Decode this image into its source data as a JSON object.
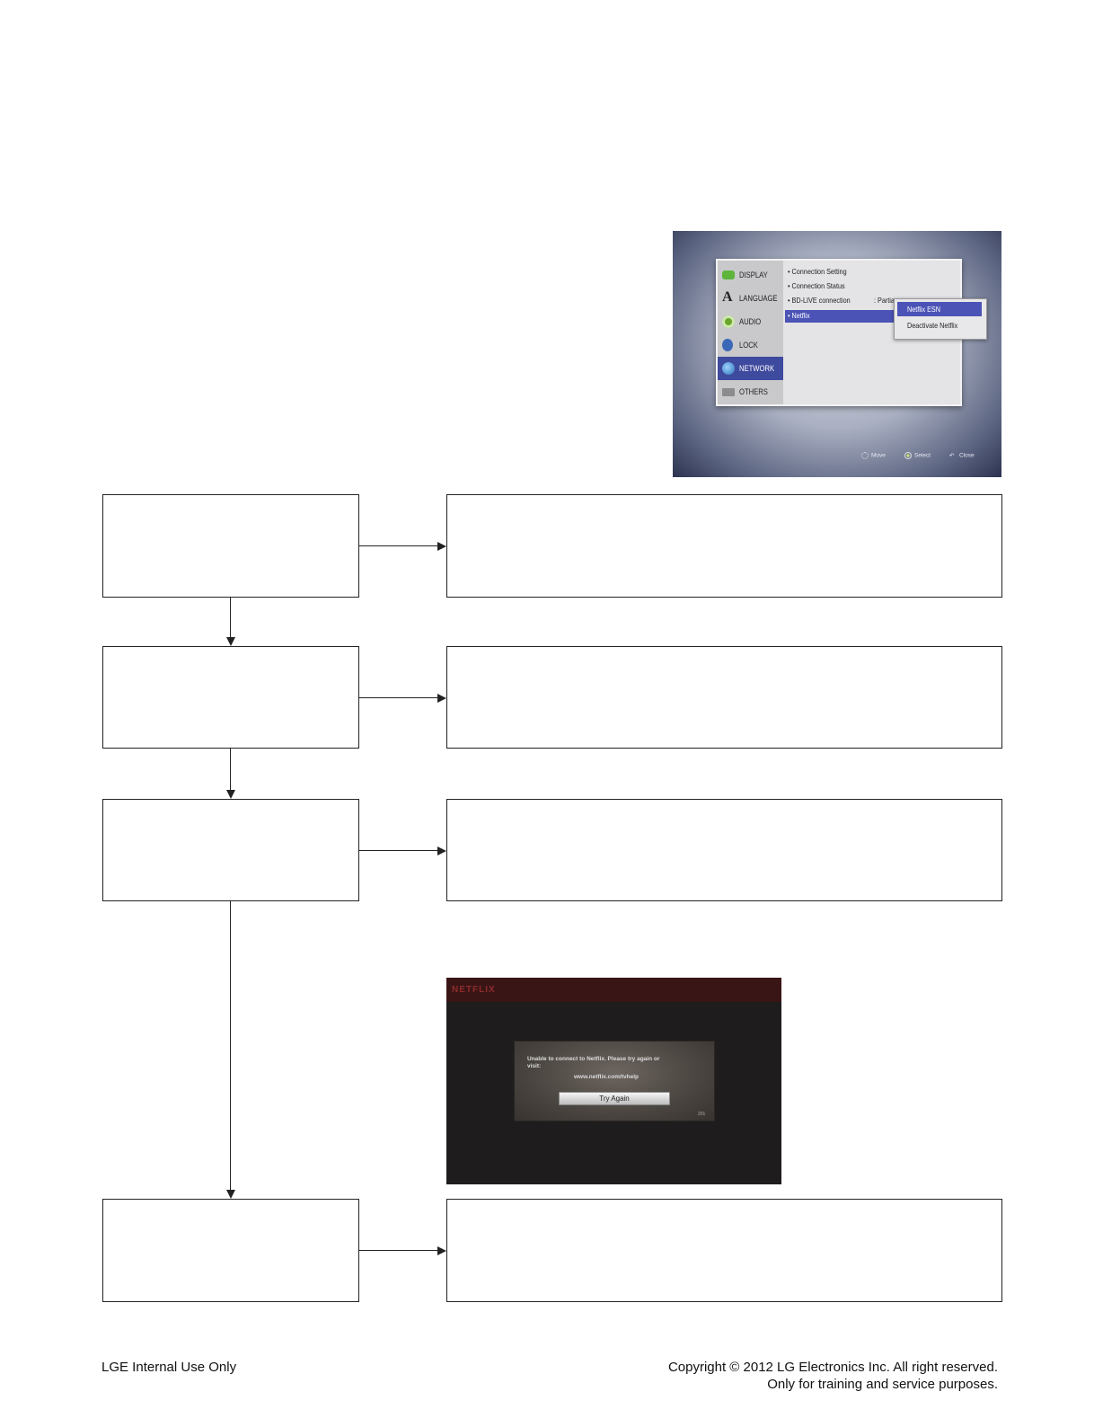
{
  "menu_screenshot": {
    "left_menu": [
      {
        "label": "DISPLAY",
        "icon": "display-icon",
        "color": "#5db53a"
      },
      {
        "label": "LANGUAGE",
        "icon": "language-icon",
        "color": "#222222"
      },
      {
        "label": "AUDIO",
        "icon": "audio-icon",
        "color": "#6aa52c"
      },
      {
        "label": "LOCK",
        "icon": "lock-icon",
        "color": "#3b67b8"
      },
      {
        "label": "NETWORK",
        "icon": "network-icon",
        "color": "#3b8fd0"
      },
      {
        "label": "OTHERS",
        "icon": "others-icon",
        "color": "#8c8c8c"
      }
    ],
    "selected": "NETWORK",
    "right_items": [
      "Connection Setting",
      "Connection Status",
      "BD-LIVE connection",
      "Netflix"
    ],
    "bdlive_value": ": Partia",
    "popup_items": [
      "Netflix ESN",
      "Deactivate Netflix"
    ],
    "legend": [
      "Move",
      "Select",
      "Close"
    ]
  },
  "netflix_screenshot": {
    "logo": "NETFLIX",
    "message_line1": "Unable to connect to Netflix. Please try again or",
    "message_line2": "visit:",
    "url": "www.netflix.com/tvhelp",
    "button": "Try Again",
    "code": "201"
  },
  "footer": {
    "left": "LGE Internal Use Only",
    "right_line1": "Copyright © 2012 LG Electronics Inc. All right reserved.",
    "right_line2": "Only for training and service purposes."
  }
}
